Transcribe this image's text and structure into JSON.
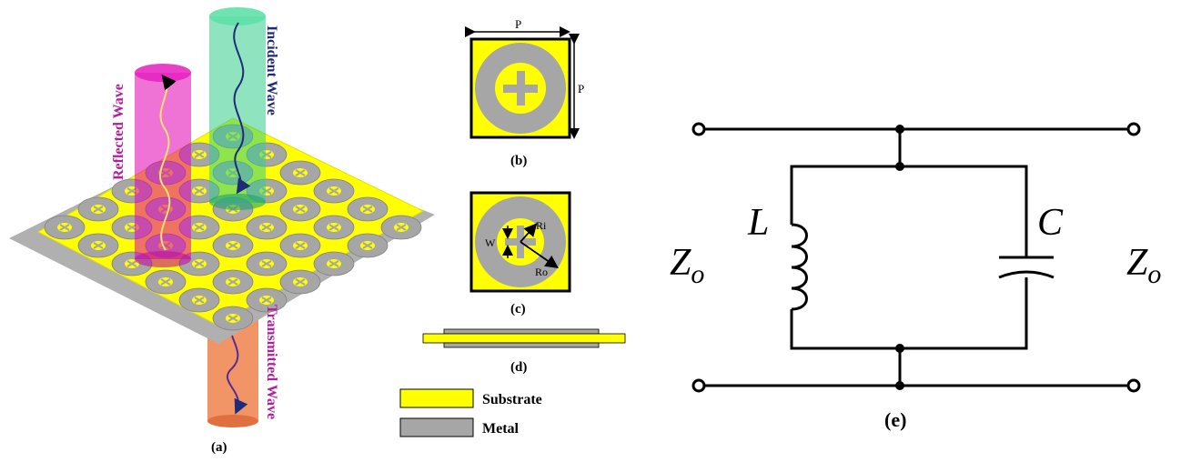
{
  "panel_a": {
    "caption": "(a)",
    "reflected_label": "Reflected Wave",
    "incident_label": "Incident Wave",
    "transmitted_label": "Transmitted Wave"
  },
  "panel_b": {
    "caption": "(b)",
    "period_top": "P",
    "period_side": "P"
  },
  "panel_c": {
    "caption": "(c)",
    "inner_radius": "Ri",
    "outer_radius": "Ro",
    "slot_width": "W"
  },
  "panel_d": {
    "caption": "(d)"
  },
  "legend": {
    "substrate": "Substrate",
    "metal": "Metal"
  },
  "panel_e": {
    "caption": "(e)",
    "inductor": "L",
    "capacitor": "C",
    "impedance_left": "Z",
    "impedance_right": "Z",
    "impedance_sub": "o"
  },
  "colors": {
    "substrate": "#ffff00",
    "metal": "#a6a6a6",
    "reflected": "#e000b0",
    "incident": "#33cc88",
    "transmitted": "#f08a55",
    "label_magenta": "#b0209e",
    "label_navy": "#1f2a78"
  }
}
